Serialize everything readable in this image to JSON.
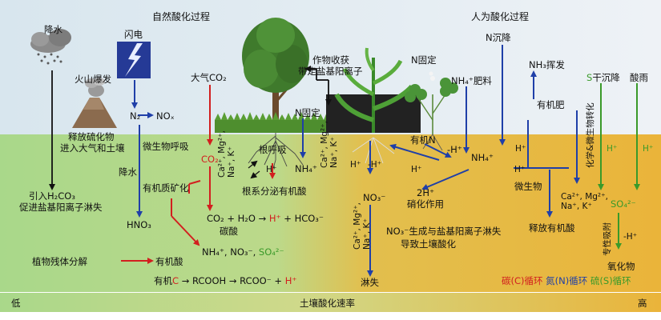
{
  "colors": {
    "carbon_cycle": "#d21f1f",
    "nitrogen_cycle": "#1f3fa8",
    "sulfur_cycle": "#3a9a2a",
    "natural_side_soil": "#a9d88a",
    "anthropogenic_side_soil": "#eab43a",
    "sky": "#e4ecf2"
  },
  "icons": [
    "rain-cloud-icon",
    "lightning-icon",
    "volcano-icon",
    "tree-icon",
    "corn-plant-icon",
    "clover-plant-icon",
    "grass-icon"
  ],
  "headers": {
    "natural": "自然酸化过程",
    "anthropogenic": "人为酸化过程"
  },
  "natural": {
    "precipitation": "降水",
    "lightning": "闪电",
    "volcano": "火山爆发",
    "release_sulfide": "释放硫化物",
    "into_air_soil": "进入大气和土壤",
    "n2": "N₂",
    "nox": "NOₓ",
    "precipitation2": "降水",
    "hno3": "HNO₃",
    "introduce_h2co3": "引入H₂CO₃",
    "promote_leaching": "促进盐基阳离子淋失",
    "plant_residue": "植物残体分解",
    "atm_co2": "大气CO₂",
    "microbial_respiration": "微生物呼吸",
    "co2": "CO₂",
    "organic_mineralization": "有机质矿化",
    "organic_acid": "有机酸",
    "carbonate_eq_left": "CO₂ + H₂O →",
    "carbonate_eq_h": "H⁺",
    "carbonate_eq_right": "+ HCO₃⁻",
    "carbonic_acid": "碳酸",
    "ions_nh4": "NH₄⁺, NO₃⁻,",
    "ions_so4": "SO₄²⁻",
    "organic_chain_c_pre": "有机",
    "organic_chain_c": "C",
    "organic_chain_mid": "→ RCOOH → RCOO⁻ +",
    "organic_chain_h": "H⁺",
    "root_respiration": "根呼吸",
    "root_secretion": "根系分泌有机酸",
    "cations_tree": "Ca²⁺, Mg²⁺,\nNa⁺, K⁺",
    "h_root": "H⁺",
    "n_fixation": "N固定",
    "nh4_tree": "NH₄⁺"
  },
  "anthropogenic": {
    "crop_harvest": "作物收获",
    "remove_cations": "带走盐基阳离子",
    "n_fixation": "N固定",
    "n_deposition": "N沉降",
    "nh4_fertilizer": "NH₄⁺肥料",
    "nh3_volatilization": "NH₃挥发",
    "organic_fertilizer": "有机肥",
    "organic_n": "有机N",
    "minus_h": "-H⁺",
    "h_plus_a": "H⁺",
    "h_plus_b": "H⁺",
    "nh4_center": "NH₄⁺",
    "h_plus_c": "H⁺",
    "two_h": "2H⁺",
    "nitrification": "硝化作用",
    "cations_corn": "Ca²⁺, Mg²⁺,\nNa⁺, K⁺",
    "h_corn": "H⁺",
    "minus_h_corn": "-H⁺",
    "no3": "NO₃⁻",
    "cations_leach": "Ca²⁺, Mg²⁺,\nNa⁺, K⁺",
    "no3_leaching_1": "NO₃⁻生成与盐基阳离子淋失",
    "no3_leaching_2": "导致土壤酸化",
    "leaching": "淋失",
    "microbes": "微生物",
    "cations_microbe": "Ca²⁺, Mg²⁺,\nNa⁺, K⁺",
    "release_organic_acid": "释放有机酸",
    "s_dry_deposition_s": "S",
    "s_dry_deposition": "干沉降",
    "acid_rain": "酸雨",
    "chem_microbial_transform": "化学&微生物转化",
    "h_s_1": "H⁺",
    "h_s_2": "H⁺",
    "so4": "SO₄²⁻",
    "minus_h_s": "-H⁺",
    "specific_adsorption": "专性吸附",
    "oxide": "氧化物"
  },
  "legend": {
    "carbon": "碳(C)循环",
    "nitrogen": "氮(N)循环",
    "sulfur": "硫(S)循环"
  },
  "rate_bar": {
    "low": "低",
    "label": "土壤酸化速率",
    "high": "高"
  }
}
